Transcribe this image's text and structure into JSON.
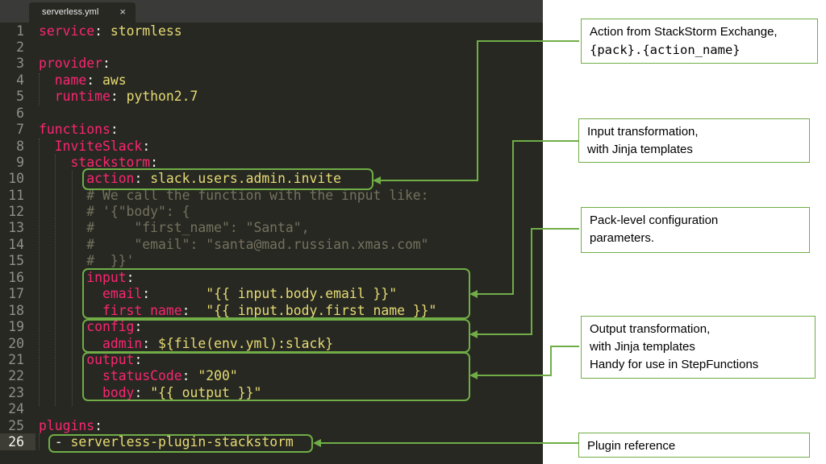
{
  "editor": {
    "tab": {
      "title": "serverless.yml",
      "close_symbol": "×"
    },
    "current_line": 26,
    "lines": [
      {
        "n": "1",
        "segments": [
          [
            "k",
            "service"
          ],
          [
            "w",
            ": "
          ],
          [
            "s",
            "stormless"
          ]
        ]
      },
      {
        "n": "2",
        "segments": []
      },
      {
        "n": "3",
        "segments": [
          [
            "k",
            "provider"
          ],
          [
            "w",
            ":"
          ]
        ]
      },
      {
        "n": "4",
        "segments": [
          [
            "w",
            "  "
          ],
          [
            "k",
            "name"
          ],
          [
            "w",
            ": "
          ],
          [
            "s",
            "aws"
          ]
        ]
      },
      {
        "n": "5",
        "segments": [
          [
            "w",
            "  "
          ],
          [
            "k",
            "runtime"
          ],
          [
            "w",
            ": "
          ],
          [
            "s",
            "python2.7"
          ]
        ]
      },
      {
        "n": "6",
        "segments": []
      },
      {
        "n": "7",
        "segments": [
          [
            "k",
            "functions"
          ],
          [
            "w",
            ":"
          ]
        ]
      },
      {
        "n": "8",
        "segments": [
          [
            "w",
            "  "
          ],
          [
            "k",
            "InviteSlack"
          ],
          [
            "w",
            ":"
          ]
        ]
      },
      {
        "n": "9",
        "segments": [
          [
            "w",
            "    "
          ],
          [
            "k",
            "stackstorm"
          ],
          [
            "w",
            ":"
          ]
        ]
      },
      {
        "n": "10",
        "segments": [
          [
            "w",
            "      "
          ],
          [
            "k",
            "action"
          ],
          [
            "w",
            ": "
          ],
          [
            "s",
            "slack.users.admin.invite"
          ]
        ]
      },
      {
        "n": "11",
        "segments": [
          [
            "w",
            "      "
          ],
          [
            "c",
            "# We call the function with the input like:"
          ]
        ]
      },
      {
        "n": "12",
        "segments": [
          [
            "w",
            "      "
          ],
          [
            "c",
            "# '{\"body\": {"
          ]
        ]
      },
      {
        "n": "13",
        "segments": [
          [
            "w",
            "      "
          ],
          [
            "c",
            "#     \"first_name\": \"Santa\","
          ]
        ]
      },
      {
        "n": "14",
        "segments": [
          [
            "w",
            "      "
          ],
          [
            "c",
            "#     \"email\": \"santa@mad.russian.xmas.com\""
          ]
        ]
      },
      {
        "n": "15",
        "segments": [
          [
            "w",
            "      "
          ],
          [
            "c",
            "#  }}'"
          ]
        ]
      },
      {
        "n": "16",
        "segments": [
          [
            "w",
            "      "
          ],
          [
            "k",
            "input"
          ],
          [
            "w",
            ":"
          ]
        ]
      },
      {
        "n": "17",
        "segments": [
          [
            "w",
            "        "
          ],
          [
            "k",
            "email"
          ],
          [
            "w",
            ":       "
          ],
          [
            "s",
            "\"{{ input.body.email }}\""
          ]
        ]
      },
      {
        "n": "18",
        "segments": [
          [
            "w",
            "        "
          ],
          [
            "k",
            "first_name"
          ],
          [
            "w",
            ":  "
          ],
          [
            "s",
            "\"{{ input.body.first_name }}\""
          ]
        ]
      },
      {
        "n": "19",
        "segments": [
          [
            "w",
            "      "
          ],
          [
            "k",
            "config"
          ],
          [
            "w",
            ":"
          ]
        ]
      },
      {
        "n": "20",
        "segments": [
          [
            "w",
            "        "
          ],
          [
            "k",
            "admin"
          ],
          [
            "w",
            ": "
          ],
          [
            "s",
            "${file(env.yml):slack}"
          ]
        ]
      },
      {
        "n": "21",
        "segments": [
          [
            "w",
            "      "
          ],
          [
            "k",
            "output"
          ],
          [
            "w",
            ":"
          ]
        ]
      },
      {
        "n": "22",
        "segments": [
          [
            "w",
            "        "
          ],
          [
            "k",
            "statusCode"
          ],
          [
            "w",
            ": "
          ],
          [
            "s",
            "\"200\""
          ]
        ]
      },
      {
        "n": "23",
        "segments": [
          [
            "w",
            "        "
          ],
          [
            "k",
            "body"
          ],
          [
            "w",
            ": "
          ],
          [
            "s",
            "\"{{ output }}\""
          ]
        ]
      },
      {
        "n": "24",
        "segments": []
      },
      {
        "n": "25",
        "segments": [
          [
            "k",
            "plugins"
          ],
          [
            "w",
            ":"
          ]
        ]
      },
      {
        "n": "26",
        "segments": [
          [
            "w",
            "  "
          ],
          [
            "w",
            "- "
          ],
          [
            "s",
            "serverless-plugin-stackstorm"
          ]
        ]
      }
    ]
  },
  "callouts": {
    "action": {
      "line1": "Action from StackStorm Exchange,",
      "line2": "{pack}.{action_name}"
    },
    "input": {
      "line1": "Input transformation,",
      "line2": "with Jinja templates"
    },
    "config": {
      "line1": "Pack-level configuration",
      "line2": "parameters."
    },
    "output": {
      "line1": "Output transformation,",
      "line2": "with Jinja templates",
      "line3": "Handy for use in StepFunctions"
    },
    "plugin": {
      "line1": "Plugin reference"
    }
  },
  "colors": {
    "editor_bg": "#272822",
    "keyword": "#f92672",
    "string": "#e6db74",
    "comment": "#75715e",
    "highlight_box": "#70ad47"
  }
}
